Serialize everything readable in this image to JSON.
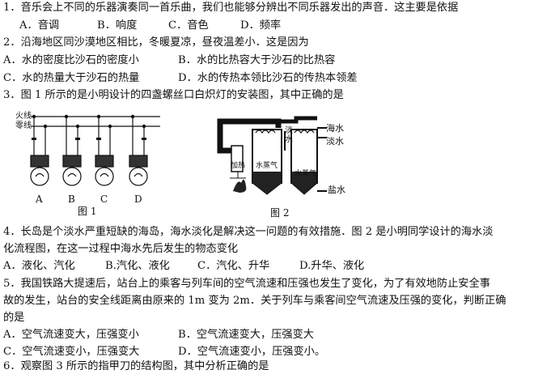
{
  "q1": {
    "stem": "1．音乐会上不同的乐器演奏同一首乐曲，我们也能够分辨出不同乐器发出的声音．这主要是依据",
    "options": [
      "A．音调",
      "B．响度",
      "C．音色",
      "D．频率"
    ]
  },
  "q2": {
    "stem": "2．沿海地区同沙漠地区相比，冬暖夏凉，昼夜温差小．这是因为",
    "options": [
      "A．水的密度比沙石的密度小",
      "B．水的比热容大于沙石的比热容",
      "C．水的热量大于沙石的热量",
      "D．水的传热本领比沙石的传热本领差"
    ]
  },
  "q3": {
    "stem": "3．图 1 所示的是小明设计的四盏螺丝口白炽灯的安装图，其中正确的是"
  },
  "figure1": {
    "wire_live": "火线",
    "wire_neutral": "零线",
    "lamp_labels": [
      "A",
      "B",
      "C",
      "D"
    ],
    "caption": "图 1"
  },
  "figure2": {
    "label_seawater": "海水",
    "label_freshwater_out": "淡水",
    "label_freshwater_vertical": "淡水",
    "label_steam1": "水蒸气",
    "label_steam2": "水蒸气",
    "label_salt": "盐水",
    "label_heater": "加热",
    "caption": "图 2"
  },
  "q4": {
    "line1": "4．长岛是个淡水严重短缺的海岛，海水淡化是解决这一问题的有效措施．图 2 是小明同学设计的海水淡",
    "line2": "化流程图，在这一过程中海水先后发生的物态变化",
    "options": [
      "A．液化、汽化",
      "B.汽化、液化",
      "C．汽化、升华",
      "D.升华、液化"
    ]
  },
  "q5": {
    "line1": "5．我国铁路大提速后，站台上的乘客与列车间的空气流速和压强也发生了变化，为了有效地防止安全事",
    "line2": "故的发生，站台的安全线距离由原来的 1m 变为 2m．关于列车与乘客间空气流速及压强的变化，判断正确",
    "line3": "的是",
    "options": [
      "A．空气流速变大，压强变小",
      "B．空气流速变大，压强变大",
      "C．空气流速变小，压强变大",
      "D．空气流速变小，压强变小。"
    ]
  },
  "q6": {
    "stem": "6．观察图 3 所示的指甲刀的结构图，其中分析正确的是"
  }
}
